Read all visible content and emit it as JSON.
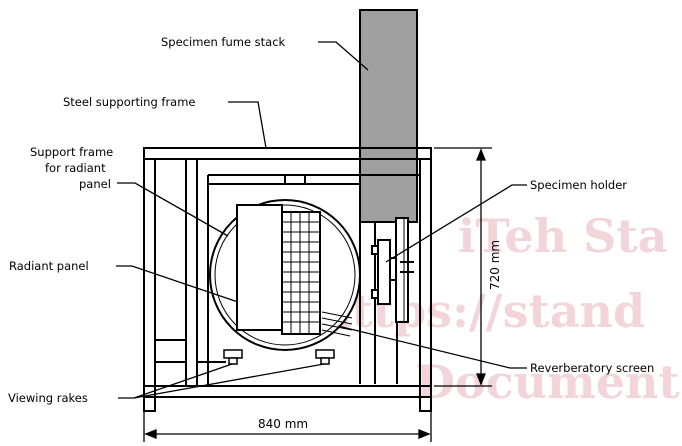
{
  "labels": {
    "specimen_fume_stack": "Specimen fume stack",
    "steel_supporting_frame": "Steel supporting frame",
    "support_frame_line1": "Support frame",
    "support_frame_line2": "for radiant",
    "support_frame_line3": "panel",
    "radiant_panel": "Radiant panel",
    "viewing_rakes": "Viewing rakes",
    "specimen_holder": "Specimen holder",
    "reverberatory_screen": "Reverberatory screen"
  },
  "dimensions": {
    "width": "840 mm",
    "height": "720 mm"
  },
  "watermark": {
    "line1": "iTeh Sta",
    "line2": "https://stand",
    "line3": "Document"
  },
  "colors": {
    "stack_fill": "#a0a0a0",
    "watermark": "#e8b4ba"
  }
}
